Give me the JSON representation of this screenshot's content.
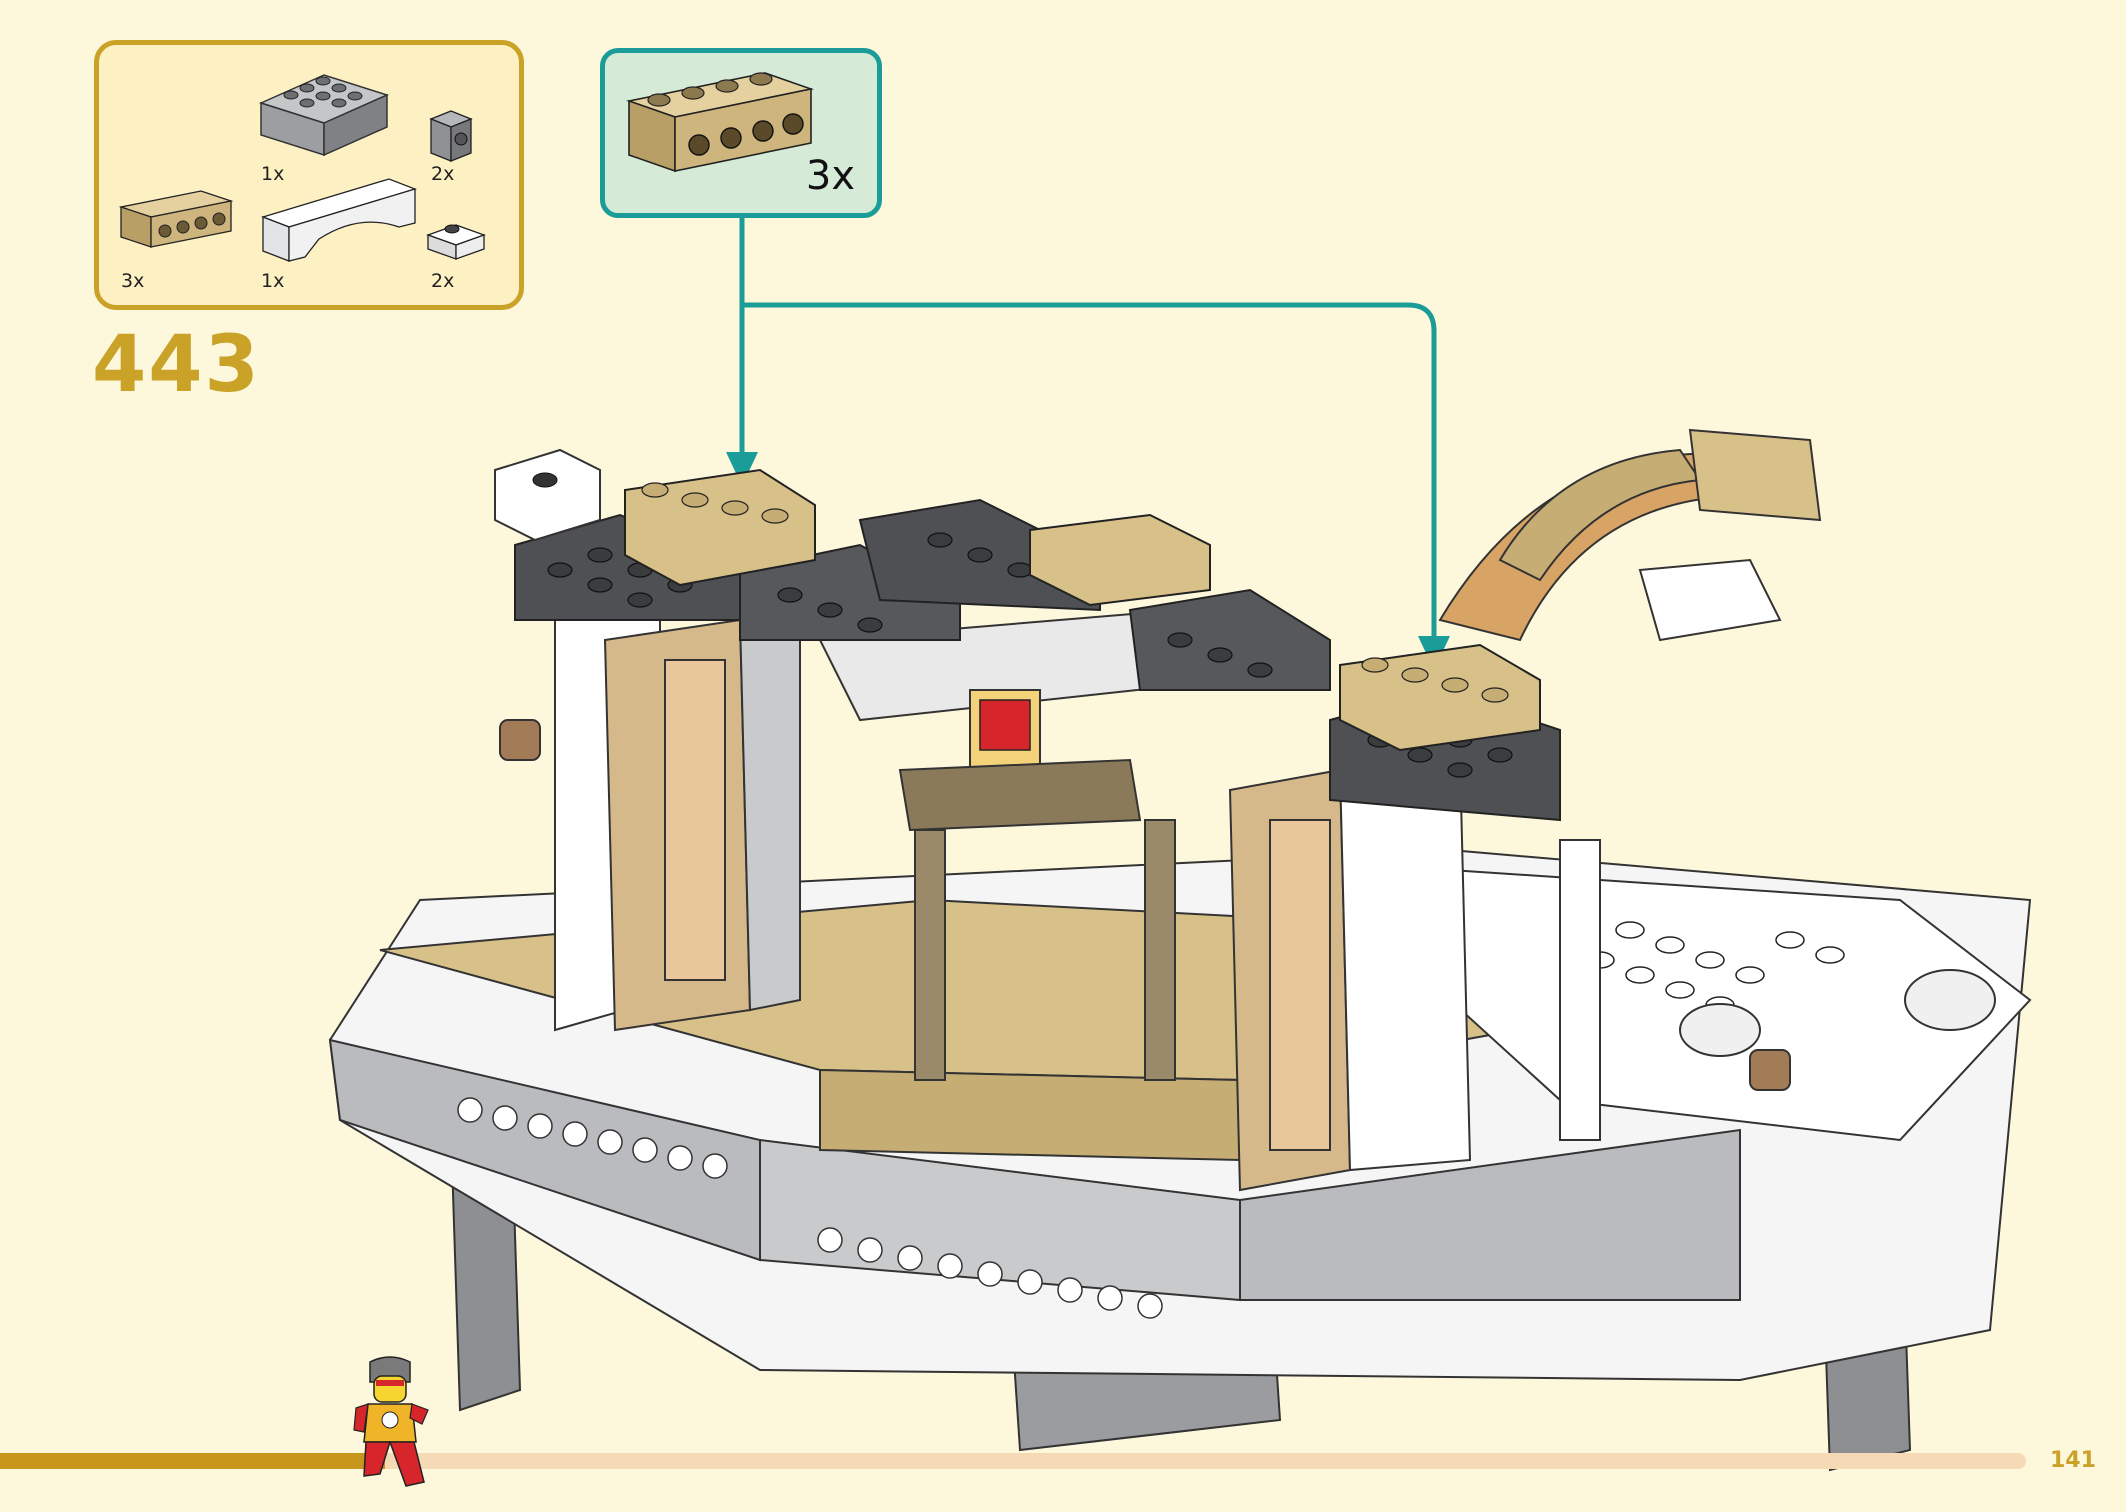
{
  "step": {
    "number": "443"
  },
  "parts_list": {
    "items": [
      {
        "qty": "1x",
        "icon": "dark-gray-brick-2x4-icon",
        "color": "#a7a9ac"
      },
      {
        "qty": "2x",
        "icon": "dark-gray-brick-1x1-with-stud-on-side-icon",
        "color": "#8c8e91"
      },
      {
        "qty": "3x",
        "icon": "tan-technic-brick-1x4-icon",
        "color": "#d8c089"
      },
      {
        "qty": "1x",
        "icon": "white-arch-1x6-icon",
        "color": "#f4f4f4"
      },
      {
        "qty": "2x",
        "icon": "white-bracket-1x1-icon",
        "color": "#f4f4f4"
      }
    ]
  },
  "callout": {
    "qty": "3x",
    "icon": "tan-technic-brick-1x4-icon",
    "color": "#d8c089"
  },
  "page": {
    "number": "141",
    "progress": 0.19
  },
  "colors": {
    "background": "#fdf7dc",
    "parts_border": "#c9a227",
    "callout_border": "#1a9c98",
    "callout_bg": "#d6ead8",
    "progress_track": "#f6d9b5",
    "progress_fill": "#c9961c"
  }
}
